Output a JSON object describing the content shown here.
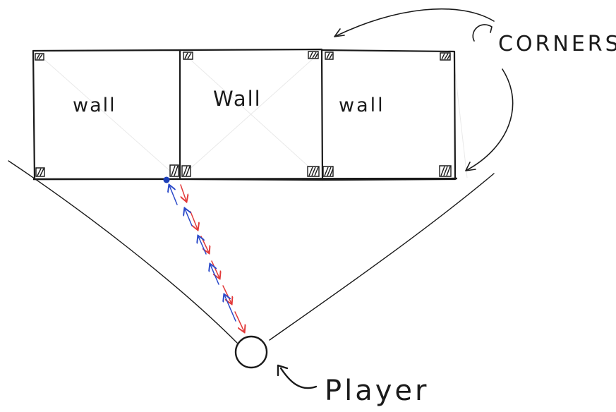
{
  "walls": [
    {
      "label": "wall"
    },
    {
      "label": "Wall"
    },
    {
      "label": "wall"
    }
  ],
  "annotations": {
    "corners": "CORNERS",
    "player": "Player"
  },
  "colors": {
    "ink": "#1a1a1a",
    "ray_out": "#e23a3a",
    "ray_back": "#2a49c9",
    "hit_point": "#1c3fb8"
  }
}
